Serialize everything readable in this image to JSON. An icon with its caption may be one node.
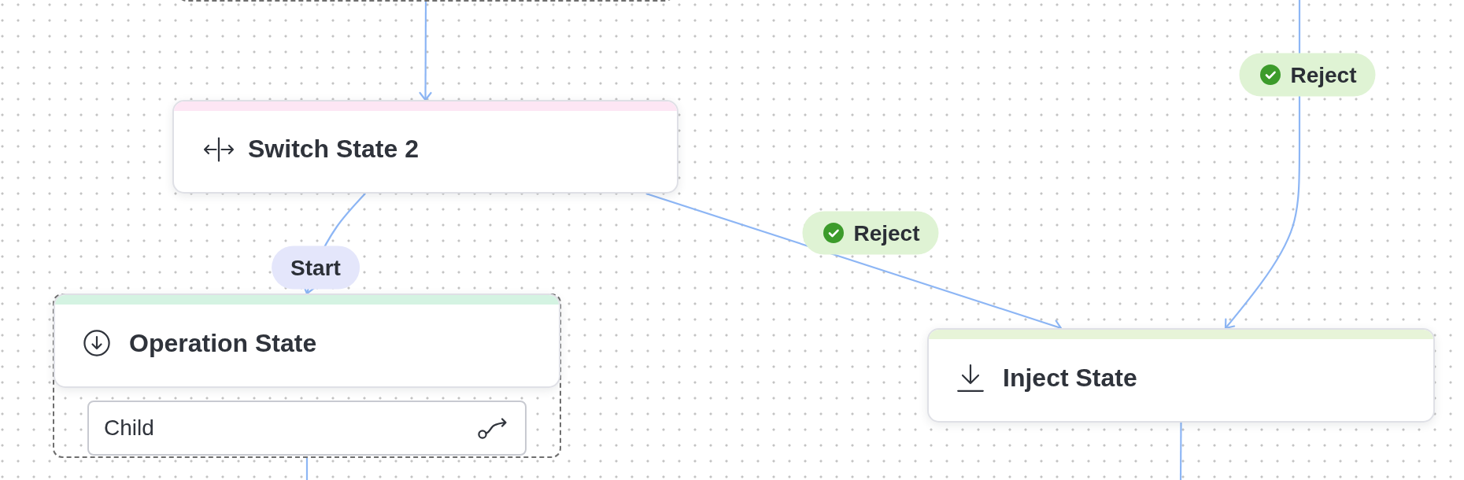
{
  "diagram": {
    "nodes": [
      {
        "text": [],
        "shape": "box"
      },
      {
        "text": [
          "Switch State 2"
        ]
      },
      {
        "text": [],
        "shape": "box"
      },
      {
        "text": [
          "Operation State"
        ],
        "in": 2
      },
      {
        "text": [
          "Child"
        ],
        "in": 2
      },
      {
        "text": [
          "Inject State"
        ]
      }
    ],
    "edges": [
      {
        "from": 0,
        "to": 1,
        "arrow": "to"
      },
      {
        "from": 1,
        "to": 3,
        "arrow": "to",
        "label": "Start"
      },
      {
        "from": null,
        "to": 5,
        "arrow": "to",
        "label": "Reject"
      },
      {
        "from": 1,
        "to": 5,
        "arrow": "to",
        "label": "Reject"
      },
      {
        "from": 2,
        "to": null,
        "arrow": "none"
      },
      {
        "from": 5,
        "to": null,
        "arrow": "none"
      }
    ]
  }
}
